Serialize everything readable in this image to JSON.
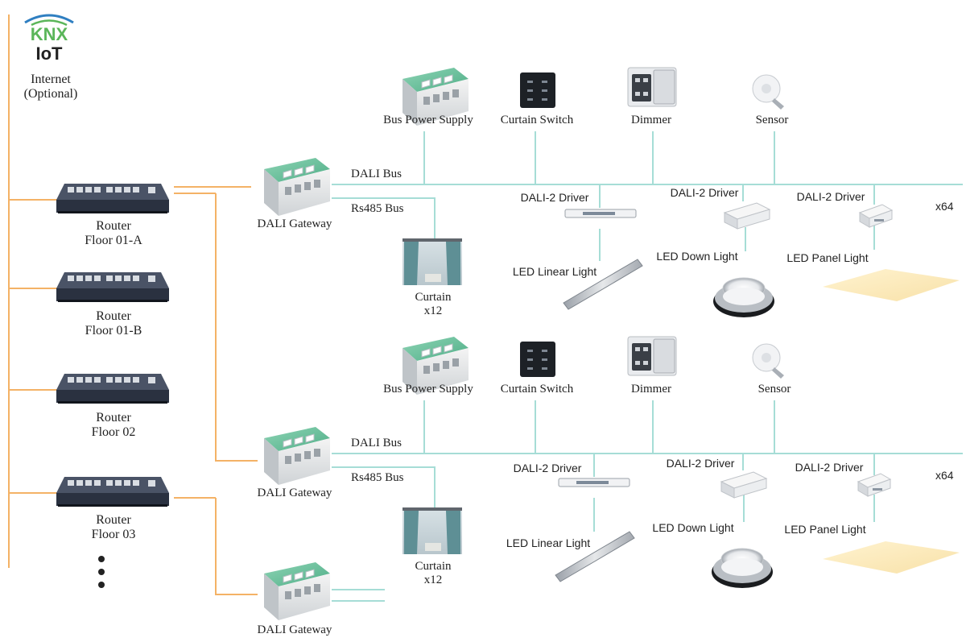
{
  "brand": {
    "logo_text": "KNX",
    "sub": "IoT"
  },
  "internet": {
    "line1": "Internet",
    "line2": "(Optional)"
  },
  "routers": [
    {
      "name": "Router",
      "floor": "Floor 01-A"
    },
    {
      "name": "Router",
      "floor": "Floor 01-B"
    },
    {
      "name": "Router",
      "floor": "Floor 02"
    },
    {
      "name": "Router",
      "floor": "Floor 03"
    }
  ],
  "gateway_label": "DALI Gateway",
  "buses": {
    "dali": "DALI Bus",
    "rs485": "Rs485 Bus"
  },
  "devices": {
    "bus_power": "Bus Power Supply",
    "curtain_switch": "Curtain Switch",
    "dimmer": "Dimmer",
    "sensor": "Sensor",
    "driver": "DALI-2 Driver",
    "linear": "LED Linear Light",
    "down": "LED Down Light",
    "panel": "LED Panel Light",
    "curtain": "Curtain",
    "curtain_count": "x12",
    "count": "x64"
  },
  "colors": {
    "orange": "#F4B266",
    "teal": "#A6DDD6",
    "gateway_green": "#6DBF9E",
    "router": "#2A3140",
    "knx_green": "#5BB65A",
    "knx_blue": "#2F7FC1"
  }
}
